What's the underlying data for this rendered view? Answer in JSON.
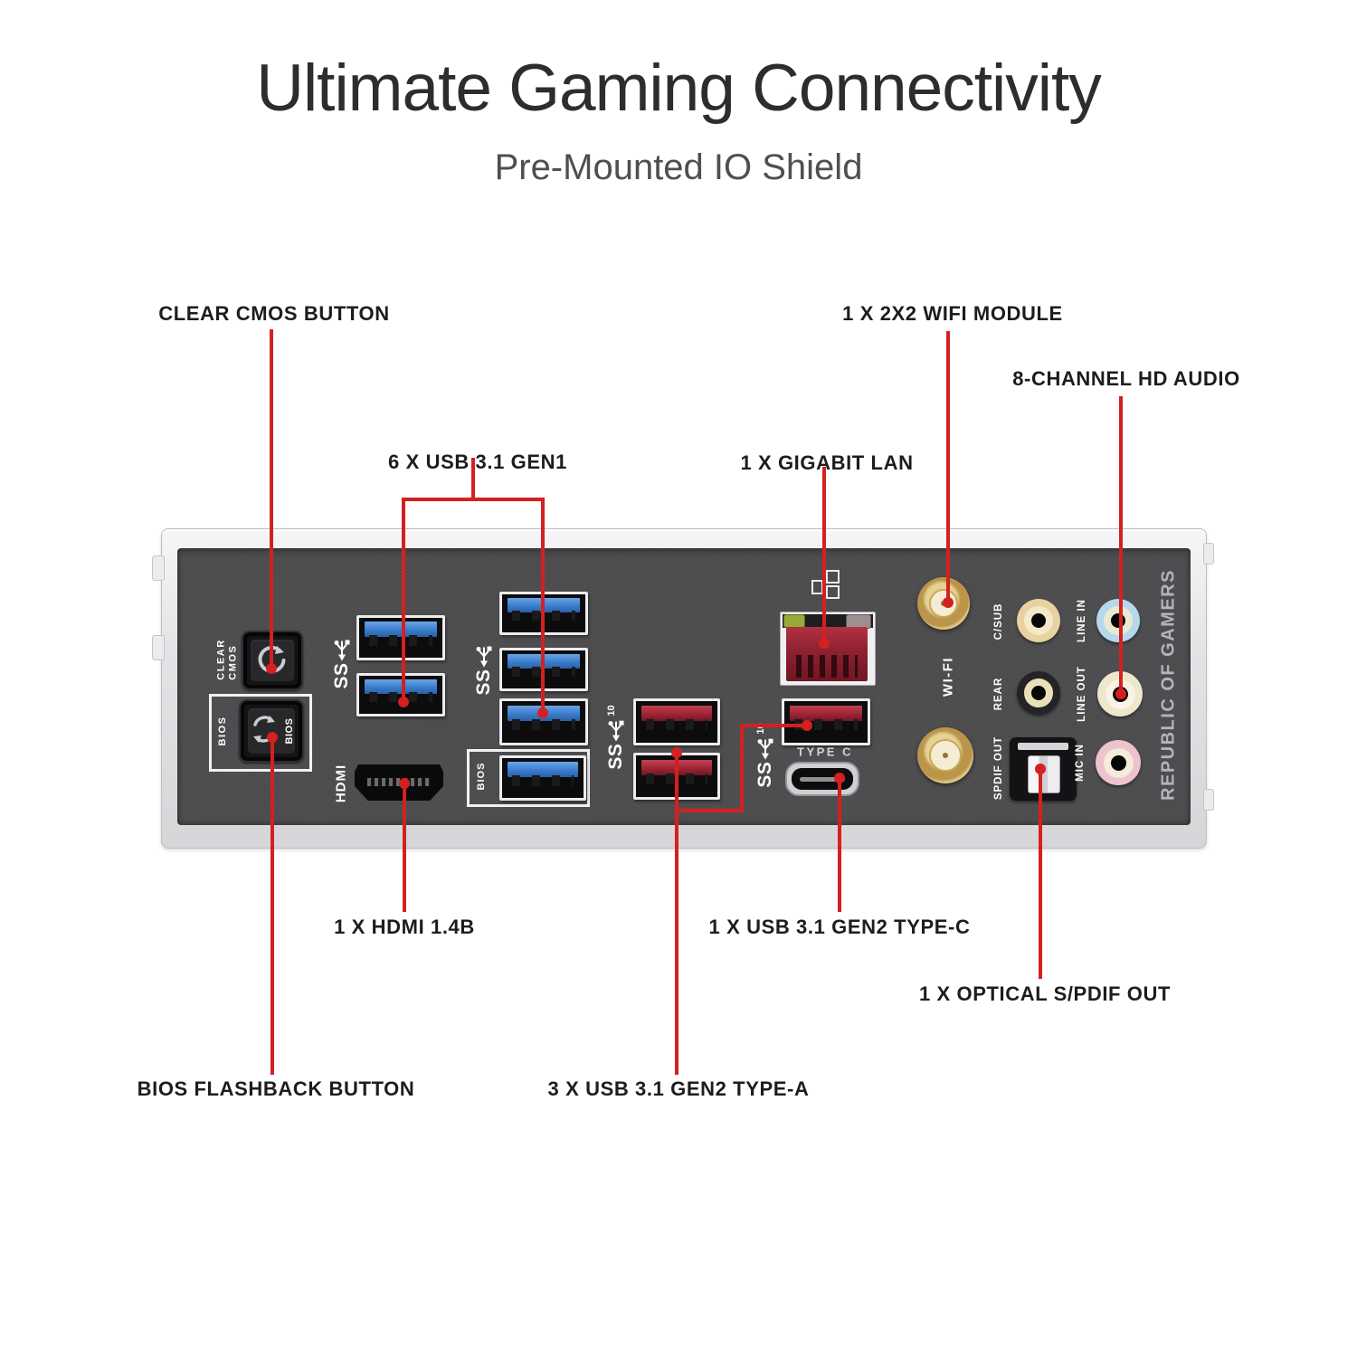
{
  "header": {
    "title": "Ultimate Gaming Connectivity",
    "subtitle": "Pre-Mounted IO Shield"
  },
  "callouts": {
    "clear_cmos": "CLEAR CMOS BUTTON",
    "wifi_module": "1 X 2X2 WIFI MODULE",
    "hd_audio": "8-CHANNEL HD AUDIO",
    "usb31_gen1": "6 X USB 3.1 GEN1",
    "gigabit_lan": "1 X GIGABIT LAN",
    "hdmi": "1 X HDMI 1.4B",
    "usb31_gen2_typec": "1 X USB 3.1 GEN2 TYPE-C",
    "optical_spdif": "1 X OPTICAL S/PDIF OUT",
    "bios_flashback": "BIOS FLASHBACK BUTTON",
    "usb31_gen2_typea": "3 X USB 3.1 GEN2 TYPE-A"
  },
  "panel": {
    "clear_cmos_line1": "CLEAR",
    "clear_cmos_line2": "CMOS",
    "bios_side_label": "BIOS",
    "bios_button_label": "BIOS",
    "bios_usb_label": "BIOS",
    "hdmi_label": "HDMI",
    "usb_ss_label": "SS",
    "usb_ss10_superscript": "10",
    "type_c_label": "TYPE C",
    "wifi_label": "WI-FI",
    "spdif_label": "SPDIF OUT",
    "rog_label": "REPUBLIC OF GAMERS",
    "audio_jacks": [
      {
        "label": "C/SUB",
        "outer": "#e7d2a0",
        "ring": "#f3e9c9"
      },
      {
        "label": "LINE IN",
        "outer": "#b5d8ea",
        "ring": "#ece9d3"
      },
      {
        "label": "REAR",
        "outer": "#242426",
        "ring": "#eadfb9"
      },
      {
        "label": "LINE OUT",
        "outer": "#efe7cd",
        "ring": "#f8f3e3"
      },
      {
        "label": "MIC IN",
        "outer": "#edc3ce",
        "ring": "#f6ebd8"
      }
    ]
  },
  "colors": {
    "accent_red": "#d42020",
    "usb3_blue": "#3a7dcd",
    "usb_gen2_red": "#a02434",
    "lan_red": "#8e2131",
    "gold": "#d9bc72",
    "panel_gray": "#4d4d50"
  }
}
